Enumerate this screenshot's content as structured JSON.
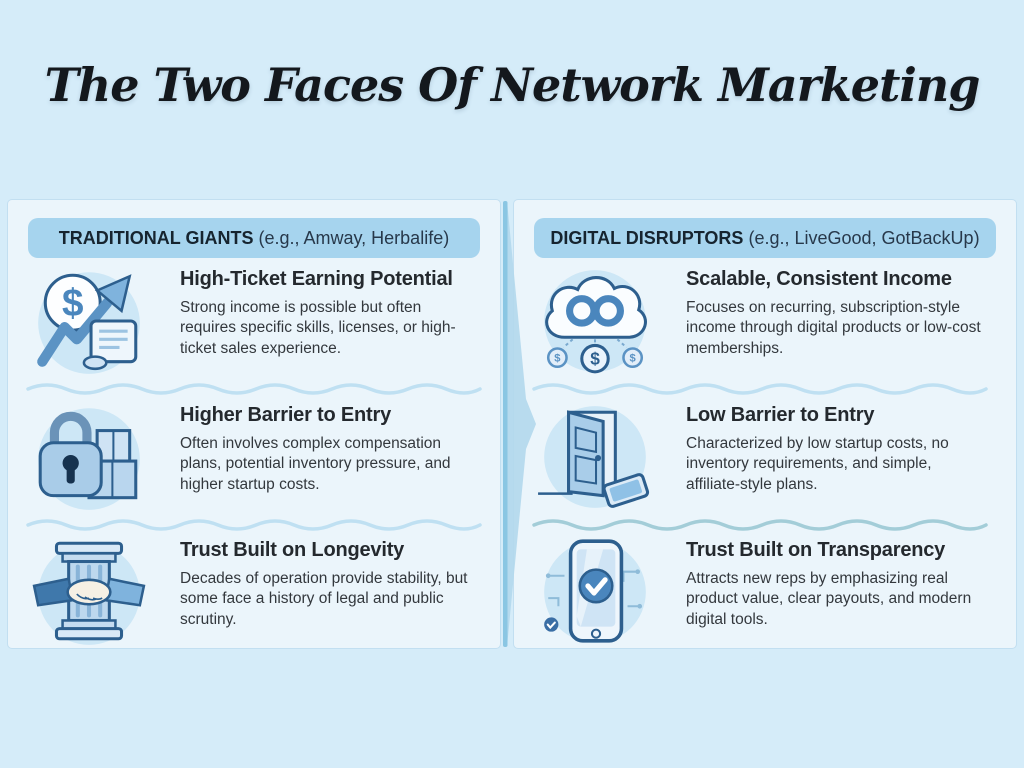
{
  "title": "The Two Faces Of Network Marketing",
  "icons": {
    "dollar_glyph": "$"
  },
  "divider": {
    "icon": "right-arrow-divider"
  },
  "panels": [
    {
      "id": "traditional",
      "header_bold": "TRADITIONAL GIANTS",
      "header_rest": " (e.g., Amway, Herbalife)",
      "rows": [
        {
          "icon": "growth-arrow-dollar-scroll-icon",
          "heading": "High-Ticket Earning Potential",
          "body": "Strong income is possible but often requires specific skills, licenses, or high-ticket sales experience."
        },
        {
          "icon": "padlock-boxes-icon",
          "heading": "Higher Barrier to Entry",
          "body": "Often involves complex compensation plans, potential inventory pressure, and higher startup costs."
        },
        {
          "icon": "pillar-handshake-icon",
          "heading": "Trust Built on Longevity",
          "body": "Decades of operation provide stability, but some face a history of legal and public scrutiny."
        }
      ]
    },
    {
      "id": "digital",
      "header_bold": "DIGITAL DISRUPTORS",
      "header_rest": " (e.g., LiveGood, GotBackUp)",
      "rows": [
        {
          "icon": "cloud-infinity-coins-icon",
          "heading": "Scalable, Consistent Income",
          "body": "Focuses on recurring, subscription-style income through digital products or low-cost memberships."
        },
        {
          "icon": "open-door-tablet-icon",
          "heading": "Low Barrier to Entry",
          "body": "Characterized by low startup costs, no inventory requirements, and simple, affiliate-style plans."
        },
        {
          "icon": "phone-checkmark-icon",
          "heading": "Trust Built on Transparency",
          "body": "Attracts new reps by emphasizing real product value, clear payouts, and modern digital tools."
        }
      ]
    }
  ],
  "colors": {
    "background": "#d5ecf9",
    "panel": "#ebf5fb",
    "header_pill": "#a6d4ee",
    "heading_text": "#24292e",
    "body_text": "#33383d",
    "wave_blue": "#bfe0f2",
    "wave_teal": "#a3cdd8",
    "divider_line": "#8ac6e3",
    "icon_outline": "#2d5f8e",
    "icon_mid_blue": "#5b93c4",
    "icon_backdrop": "#cde7f6"
  }
}
